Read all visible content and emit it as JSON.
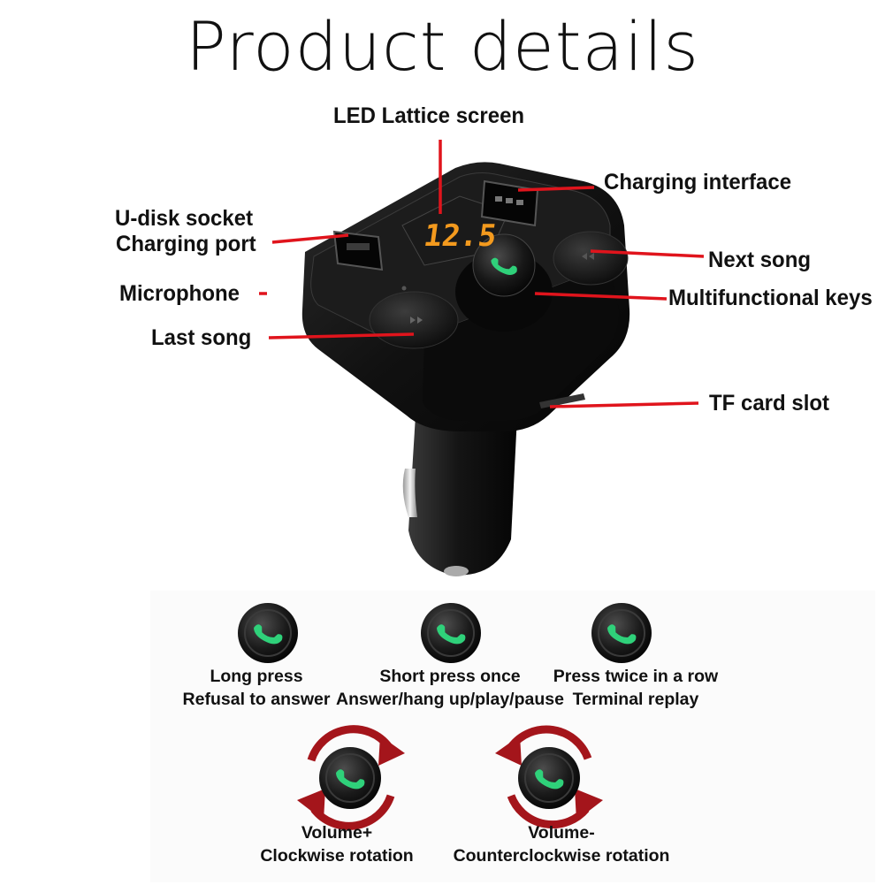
{
  "title": "Product details",
  "labels": {
    "led_screen": "LED Lattice screen",
    "charging_interface": "Charging interface",
    "udisk_line1": "U-disk socket",
    "udisk_line2": "Charging port",
    "next_song": "Next song",
    "microphone": "Microphone",
    "multifunctional_keys": "Multifunctional keys",
    "last_song": "Last song",
    "tf_card_slot": "TF card slot"
  },
  "display_value": "12.5",
  "functions": [
    {
      "line1": "Long press",
      "line2": "Refusal to answer"
    },
    {
      "line1": "Short press once",
      "line2": "Answer/hang up/play/pause"
    },
    {
      "line1": "Press twice in a row",
      "line2": "Terminal replay"
    },
    {
      "line1": "Volume+",
      "line2": "Clockwise rotation"
    },
    {
      "line1": "Volume-",
      "line2": "Counterclockwise rotation"
    }
  ],
  "colors": {
    "pointer": "#e0141c",
    "display": "#f39a1e",
    "button_icon": "#2fd17a",
    "arrow": "#a4151b"
  },
  "icons": [
    "phone-icon",
    "clockwise-arrows-icon",
    "counterclockwise-arrows-icon"
  ]
}
